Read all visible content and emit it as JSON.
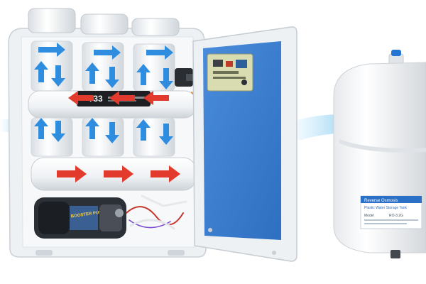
{
  "product": {
    "filter_label": "T33",
    "pump_label": "BOOSTER PUMP",
    "tank_label_line1": "Reverse Osmosis",
    "tank_label_line2": "Plastic Water Storage Tank",
    "tank_model": "Model",
    "tank_spec": "RO-3.2G"
  },
  "colors": {
    "panel_blue": "#3d7fd0",
    "arrow_blue": "#2f8de0",
    "arrow_red": "#e23a2c",
    "housing_white": "#f4f6f8",
    "pump_dark": "#2b2f36",
    "glow_blue": "#7fc4ee"
  }
}
